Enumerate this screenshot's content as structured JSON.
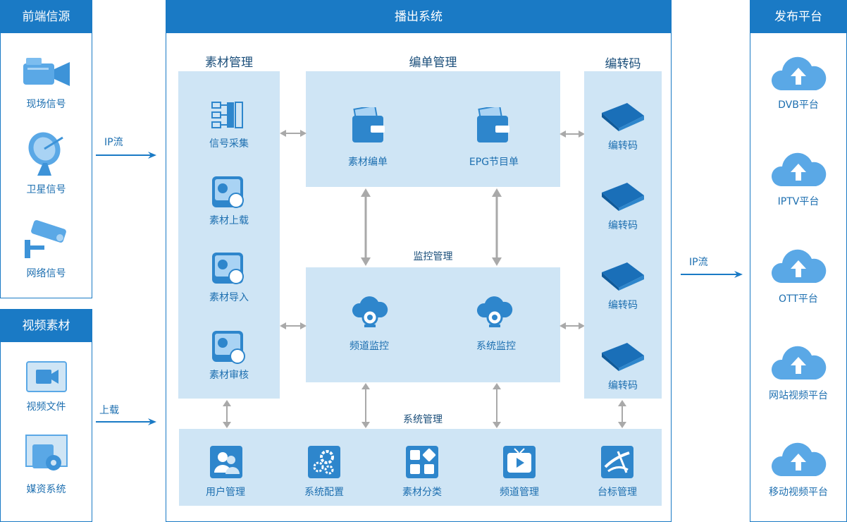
{
  "left_top": {
    "title": "前端信源",
    "items": [
      "现场信号",
      "卫星信号",
      "网络信号"
    ]
  },
  "left_bottom": {
    "title": "视频素材",
    "items": [
      "视频文件",
      "媒资系统"
    ]
  },
  "arrows_in": {
    "top": "IP流",
    "bottom": "上载"
  },
  "center": {
    "title": "播出系统",
    "material": {
      "title": "素材管理",
      "items": [
        "信号采集",
        "素材上载",
        "素材导入",
        "素材审核"
      ]
    },
    "playlist": {
      "title": "编单管理",
      "items": [
        "素材编单",
        "EPG节目单"
      ]
    },
    "monitor": {
      "title": "监控管理",
      "items": [
        "频道监控",
        "系统监控"
      ]
    },
    "encoder": {
      "title": "编转码",
      "items": [
        "编转码",
        "编转码",
        "编转码",
        "编转码"
      ]
    },
    "system": {
      "title": "系统管理",
      "items": [
        "用户管理",
        "系统配置",
        "素材分类",
        "频道管理",
        "台标管理"
      ]
    }
  },
  "arrow_out": "IP流",
  "right": {
    "title": "发布平台",
    "items": [
      "DVB平台",
      "IPTV平台",
      "OTT平台",
      "网站视频平台",
      "移动视频平台"
    ]
  },
  "colors": {
    "primary": "#1a7ac5",
    "light_box": "#cfe5f5",
    "arrow_gray": "#a9a9a9",
    "text_blue": "#1d6fb0"
  }
}
